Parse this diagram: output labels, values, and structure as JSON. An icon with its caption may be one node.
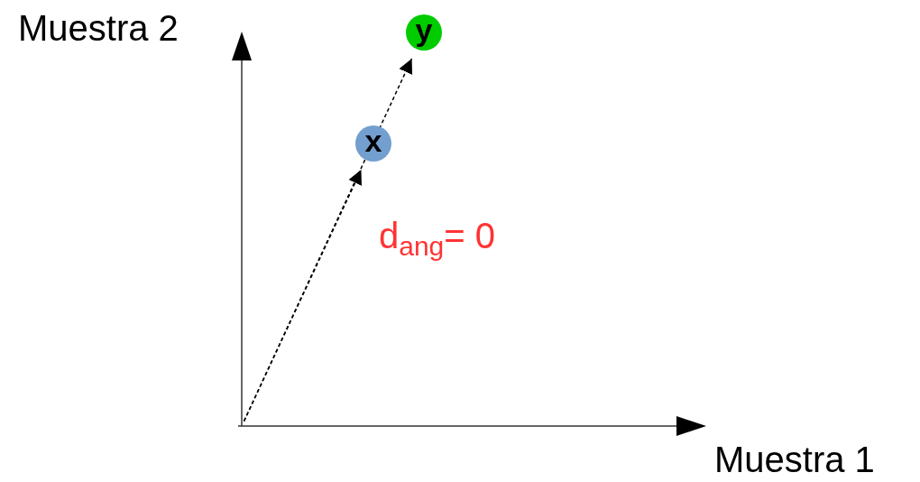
{
  "diagram": {
    "nodes": [
      {
        "text": [
          "x"
        ]
      },
      {
        "text": [
          "y"
        ]
      }
    ],
    "edges": [
      {
        "from": null,
        "to": 0,
        "arrow": "to",
        "style": "dashed"
      },
      {
        "from": null,
        "to": 1,
        "arrow": "to",
        "style": "dashed"
      }
    ],
    "labels": [
      "Muestra 2",
      "Muestra 1",
      "d$_{ang}$= 0"
    ]
  }
}
